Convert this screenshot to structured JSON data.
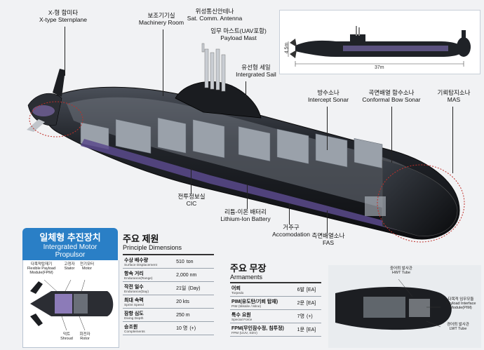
{
  "callouts": {
    "x_sternplane": {
      "ko": "X-형 함미타",
      "en": "X-type Sternplane"
    },
    "machinery_room": {
      "ko": "보조기기실",
      "en": "Machinery Room"
    },
    "sat_antenna": {
      "ko": "위성통신안테나",
      "en": "Sat. Comm. Antenna"
    },
    "payload_mast": {
      "ko": "임무 마스트(UAV포함)",
      "en": "Payload Mast"
    },
    "sail": {
      "ko": "유선형 세일",
      "en": "Intergrated Sail"
    },
    "intercept_sonar": {
      "ko": "방수소나",
      "en": "Intercept Sonar"
    },
    "bow_sonar": {
      "ko": "곡면배열 함수소나",
      "en": "Conformal Bow Sonar"
    },
    "mas": {
      "ko": "기뢰탐지소나",
      "en": "MAS"
    },
    "cic": {
      "ko": "전투정보실",
      "en": "CIC"
    },
    "battery": {
      "ko": "리튬-이온 배터리",
      "en": "Lithium-Ion Battery"
    },
    "accomodation": {
      "ko": "거주구",
      "en": "Accomodation"
    },
    "fas": {
      "ko": "측면배열소나",
      "en": "FAS"
    }
  },
  "inset": {
    "height_label": "4.5m",
    "length_label": "37m"
  },
  "propulsor": {
    "title_ko": "일체형 추진장치",
    "title_en_1": "Intergrated Motor",
    "title_en_2": "Propulsor",
    "parts": {
      "fpm": {
        "ko": "다목적탑재기",
        "en": "Flexible Payload Module(FPM)"
      },
      "stator": {
        "ko": "고정자",
        "en": "Stator"
      },
      "motor": {
        "ko": "전기모터",
        "en": "Motor"
      },
      "shroud": {
        "ko": "덕트",
        "en": "Shroud"
      },
      "rotor": {
        "ko": "회전자",
        "en": "Rotor"
      }
    }
  },
  "dimensions": {
    "title_ko": "주요 제원",
    "title_en": "Principle Dimensions",
    "rows": [
      {
        "ko": "수상 배수량",
        "en": "Surface Displacement",
        "value": "510",
        "unit": "ton"
      },
      {
        "ko": "항속 거리",
        "en": "Endurance(Range)",
        "value": "2,000 nm",
        "unit": ""
      },
      {
        "ko": "작전 일수",
        "en": "Endurance(Day)",
        "value": "21일",
        "unit": "(Day)"
      },
      {
        "ko": "최대 속력",
        "en": "Sprint Speed",
        "value": "20 kts",
        "unit": ""
      },
      {
        "ko": "잠항 심도",
        "en": "Diving Depth",
        "value": "250 m",
        "unit": ""
      },
      {
        "ko": "승조원",
        "en": "Complements",
        "value": "10 명",
        "unit": "(+)"
      }
    ]
  },
  "armaments": {
    "title_ko": "주요 무장",
    "title_en": "Armaments",
    "rows": [
      {
        "ko": "어뢰",
        "en": "Torpedo",
        "value": "6발",
        "unit": "[EA]"
      },
      {
        "ko": "PIM(유도탄/기뢰 탑재)",
        "en": "PIM (Missile / Mine)",
        "value": "2문",
        "unit": "[EA]"
      },
      {
        "ko": "특수 요원",
        "en": "Special Force",
        "value": "7명",
        "unit": "(+)"
      },
      {
        "ko": "FPM(무인잠수정, 침투정)",
        "en": "FPM (UUV, SDV)",
        "value": "1문",
        "unit": "[EA]"
      }
    ]
  },
  "bow_detail": {
    "hwt": {
      "ko": "중어뢰 발사관",
      "en": "HWT Tube"
    },
    "pim": {
      "ko": "다목적 임무모듈",
      "en": "Payload Interface Module(PIM)"
    },
    "lwt": {
      "ko": "경어뢰 발사관",
      "en": "LWT Tube"
    }
  },
  "colors": {
    "accent_blue": "#2a7fc6",
    "hull_dark": "#1b1d22",
    "battery_purple": "#5b4a8c"
  }
}
